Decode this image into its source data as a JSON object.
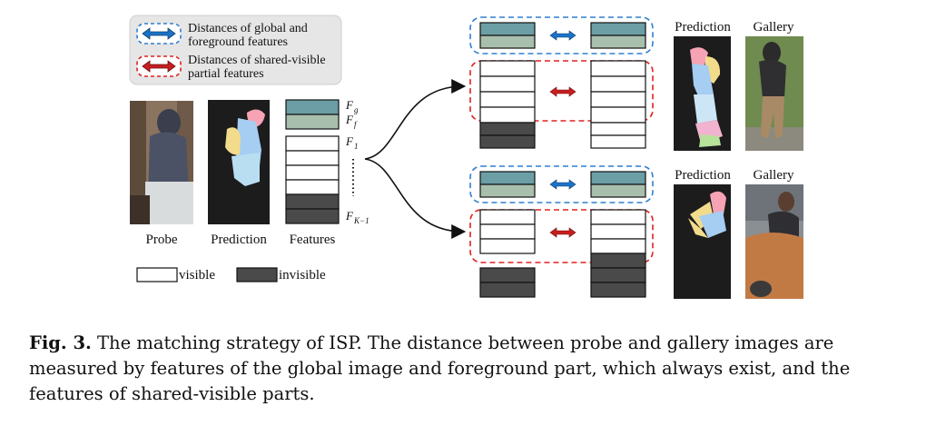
{
  "legend": {
    "blue_text_line1": "Distances of global and",
    "blue_text_line2": "foreground features",
    "red_text_line1": "Distances of shared-visible",
    "red_text_line2": "partial features"
  },
  "left": {
    "probe_label": "Probe",
    "prediction_label": "Prediction",
    "features_label": "Features",
    "feat_g": "F",
    "feat_g_sub": "g",
    "feat_f": "F",
    "feat_f_sub": "f",
    "feat_1": "F",
    "feat_1_sub": "1",
    "feat_k": "F",
    "feat_k_sub": "K−1",
    "visible_label": "visible",
    "invisible_label": "invisible"
  },
  "right": {
    "prediction_top": "Prediction",
    "gallery_top": "Gallery",
    "prediction_bottom": "Prediction",
    "gallery_bottom": "Gallery"
  },
  "caption": {
    "label": "Fig. 3.",
    "text": " The matching strategy of ISP. The distance between probe and gallery images are measured by features of the global image and foreground part, which always exist, and the features of shared-visible parts."
  },
  "colors": {
    "global": "#6b9ea5",
    "foreground": "#a9bfad",
    "invisible": "#4a4a4a",
    "blue_dash": "#2f7fd1",
    "red_dash": "#e02020",
    "blue_arrow": "#1b73c8",
    "red_arrow": "#c81e1e"
  }
}
